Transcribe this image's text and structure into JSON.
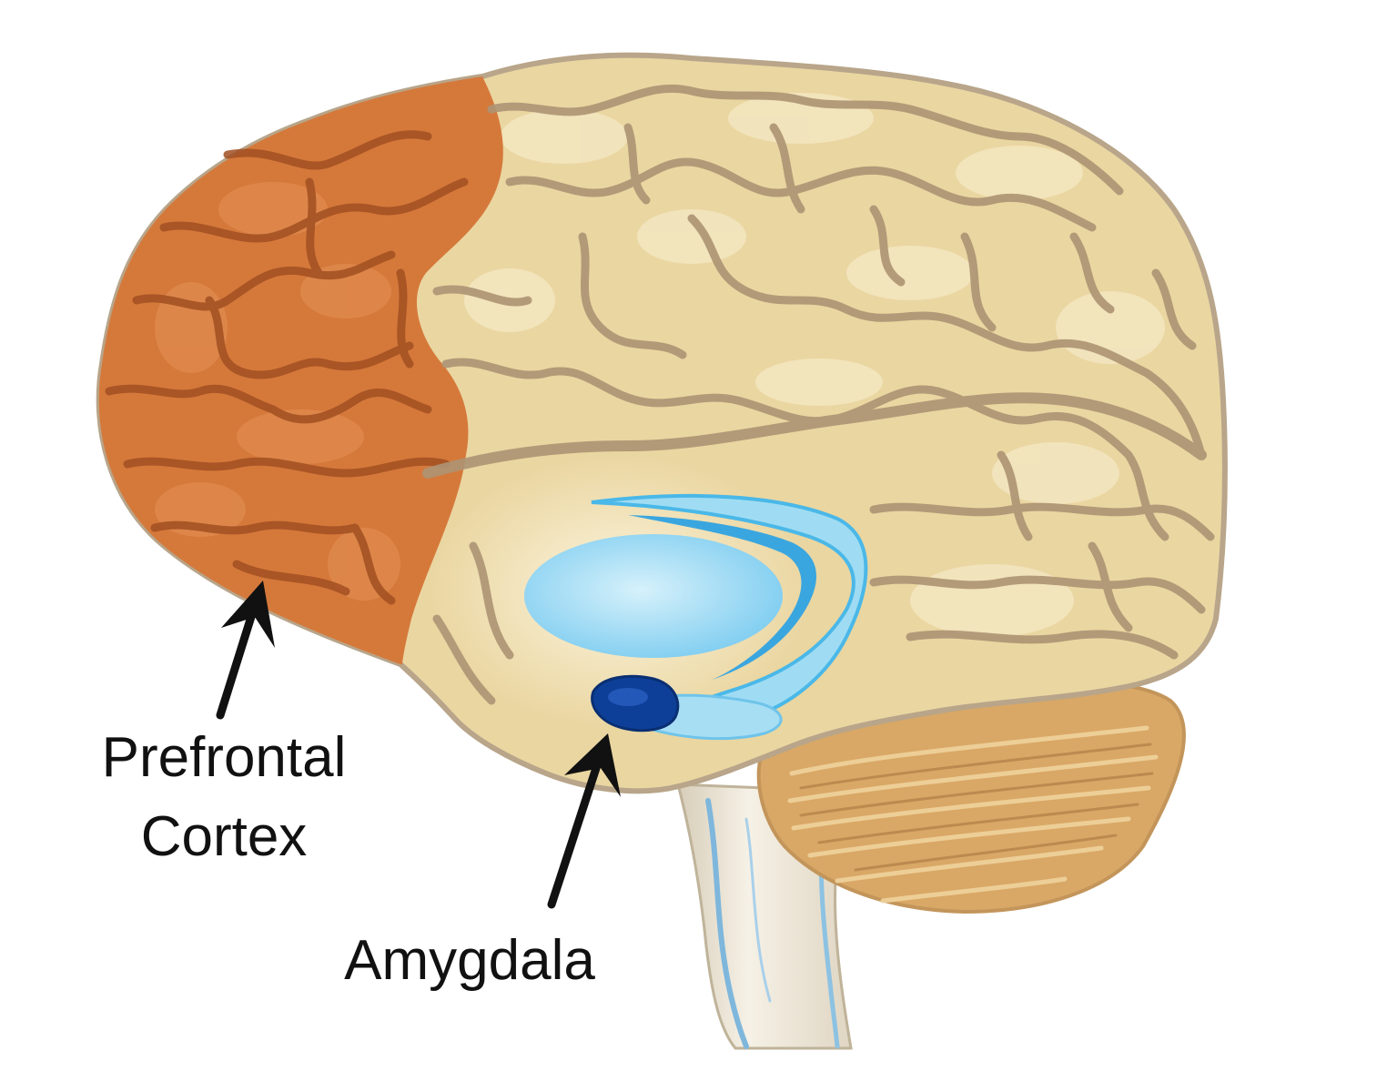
{
  "labels": {
    "prefrontal_line1": "Prefrontal",
    "prefrontal_line2": "Cortex",
    "amygdala": "Amygdala"
  },
  "colors": {
    "background": "#ffffff",
    "cortex": "#ead6a1",
    "cortex_highlight": "#f3e6c0",
    "prefrontal": "#d5793b",
    "prefrontal_fold": "#a24f22",
    "cortex_fold": "#ad9474",
    "outline": "#b8a58a",
    "cerebellum": "#d9a866",
    "brainstem": "#ece3d3",
    "ventricle_light": "#a7def4",
    "ventricle": "#4ab8e8",
    "amygdala": "#0d3f98",
    "arrow": "#111111"
  },
  "icons": {
    "prefrontal_arrow": "arrow-up-icon",
    "amygdala_arrow": "arrow-up-icon"
  }
}
